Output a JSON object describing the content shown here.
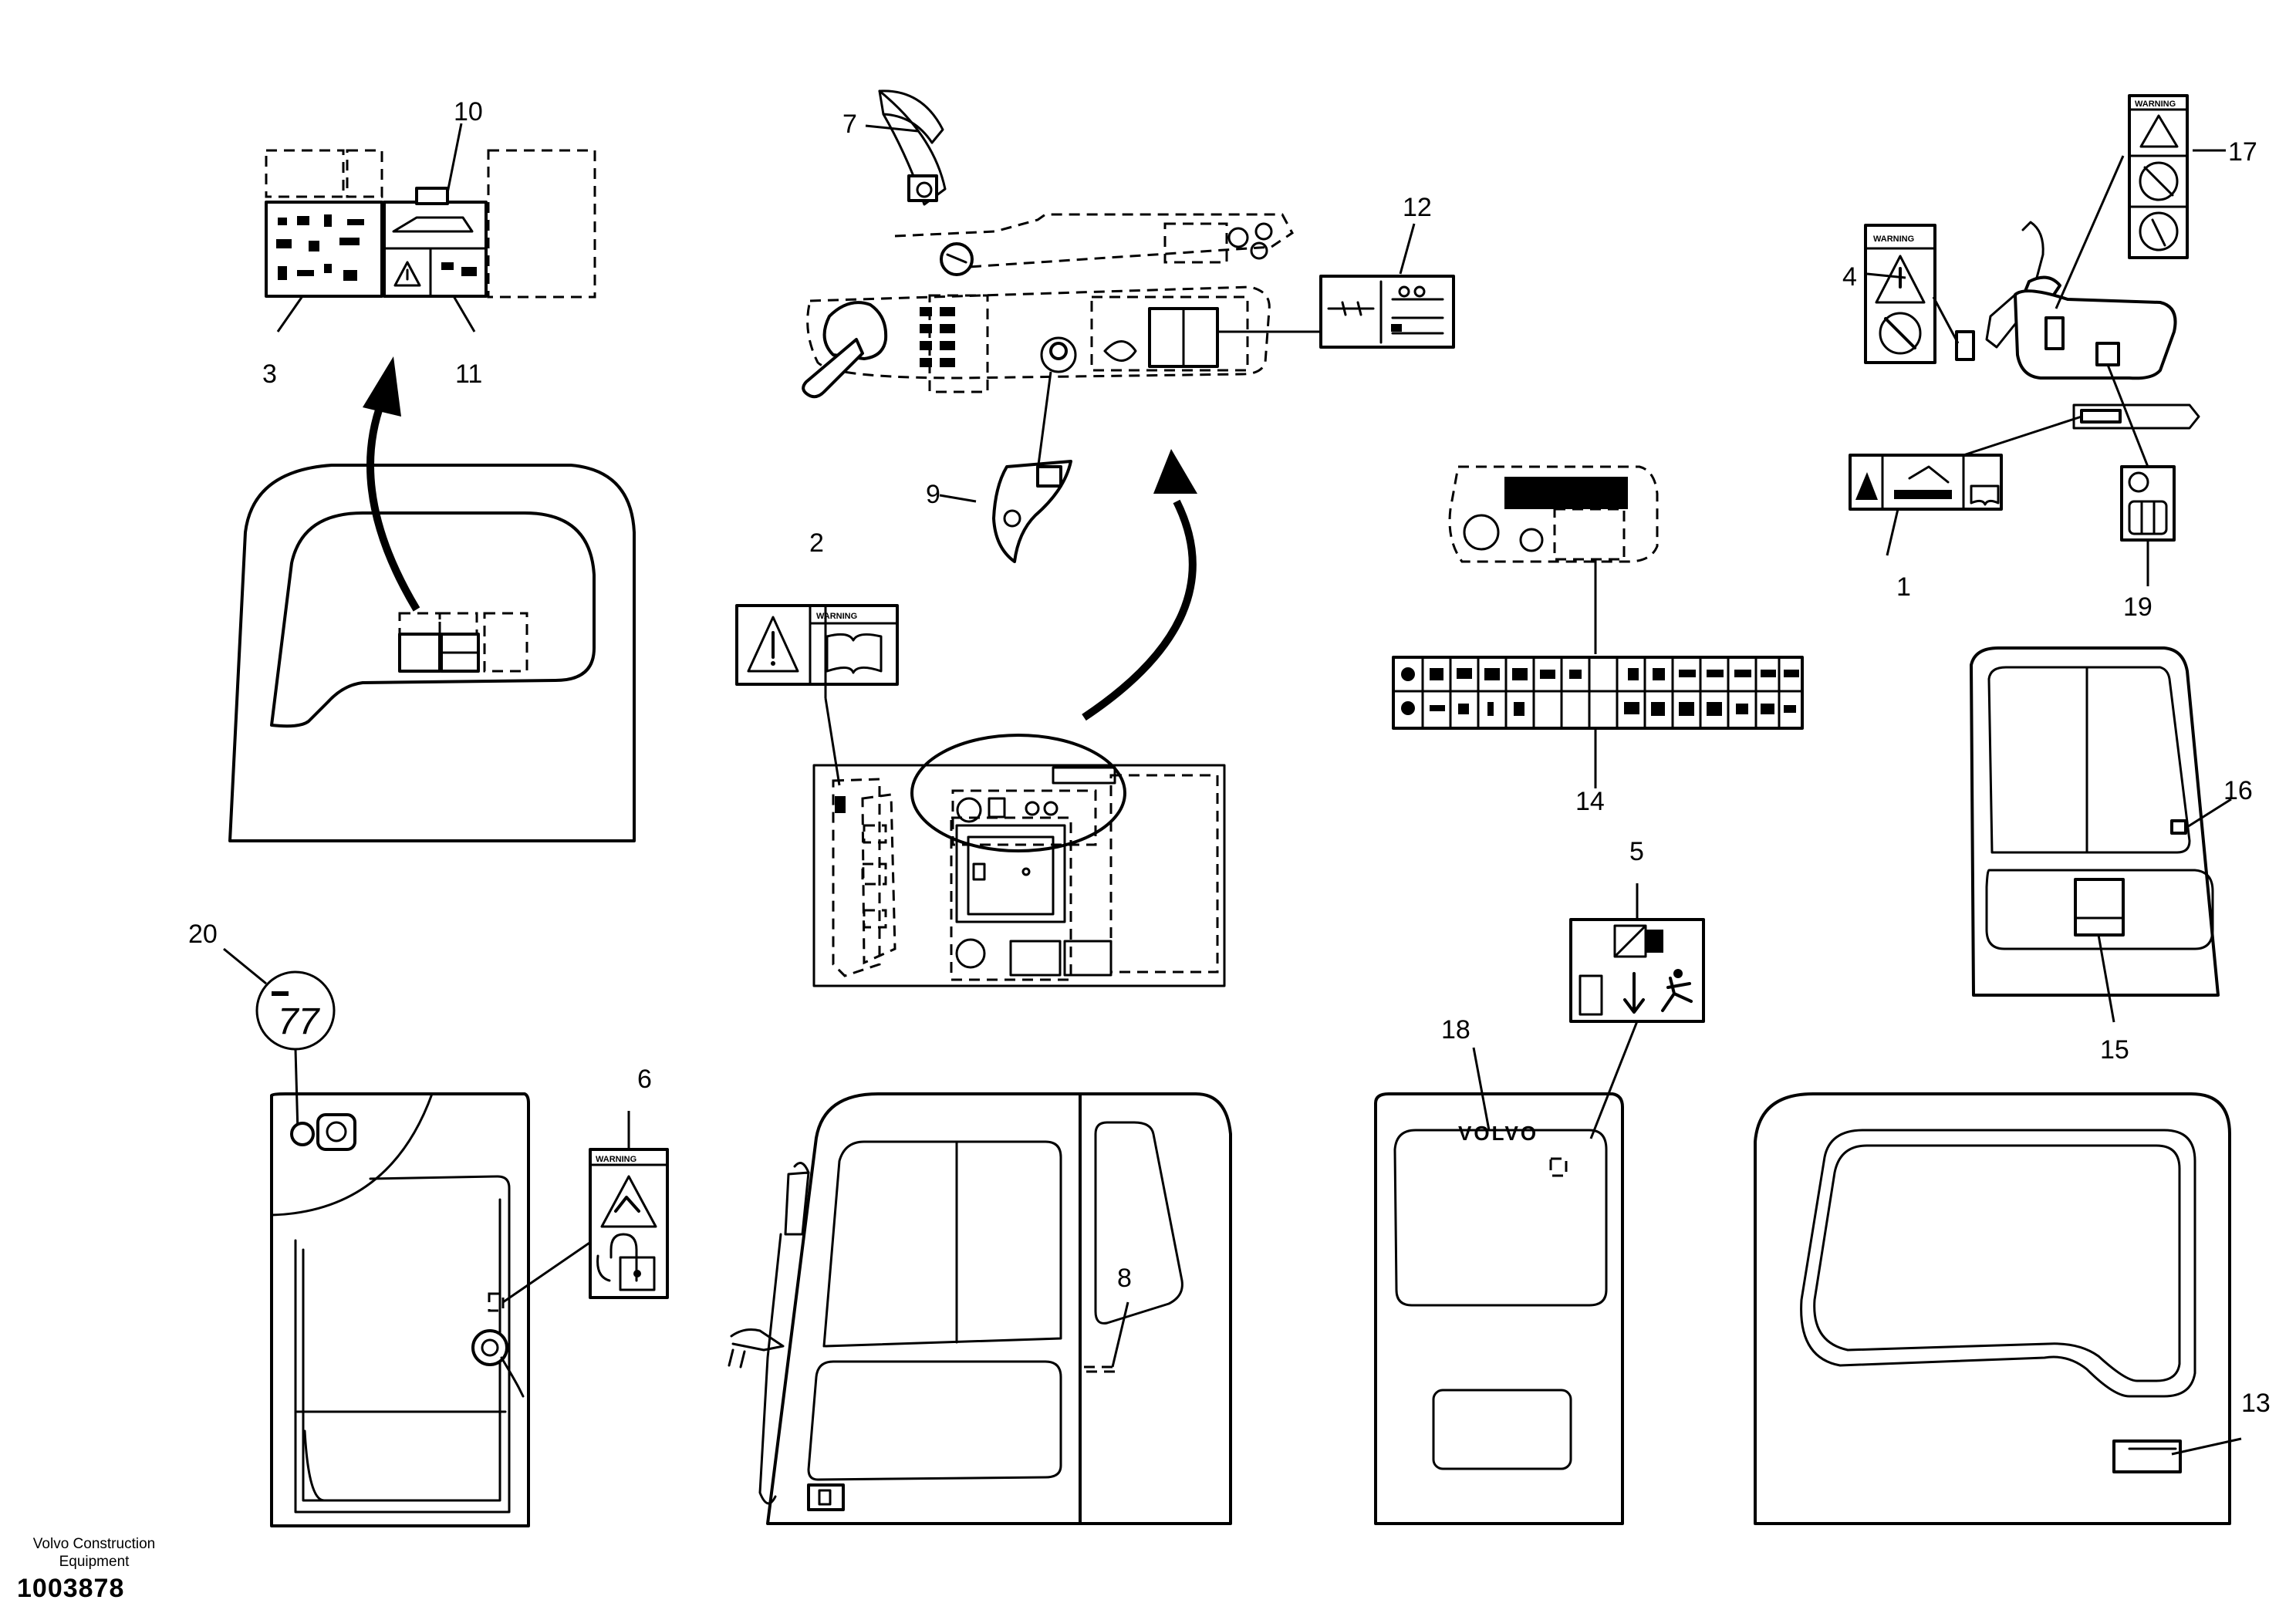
{
  "footer": {
    "brand_line1": "Volvo Construction",
    "brand_line2": "Equipment",
    "document_number": "1003878"
  },
  "callouts": [
    "1",
    "2",
    "3",
    "4",
    "5",
    "6",
    "7",
    "8",
    "9",
    "10",
    "11",
    "12",
    "13",
    "14",
    "15",
    "16",
    "17",
    "18",
    "19",
    "20"
  ],
  "decal_text": {
    "warning": "WARNING",
    "logo": "VOLVO"
  },
  "icons": [
    "warning-triangle-icon",
    "manual-book-icon",
    "emergency-exit-icon",
    "lock-icon",
    "arrow-icon"
  ]
}
